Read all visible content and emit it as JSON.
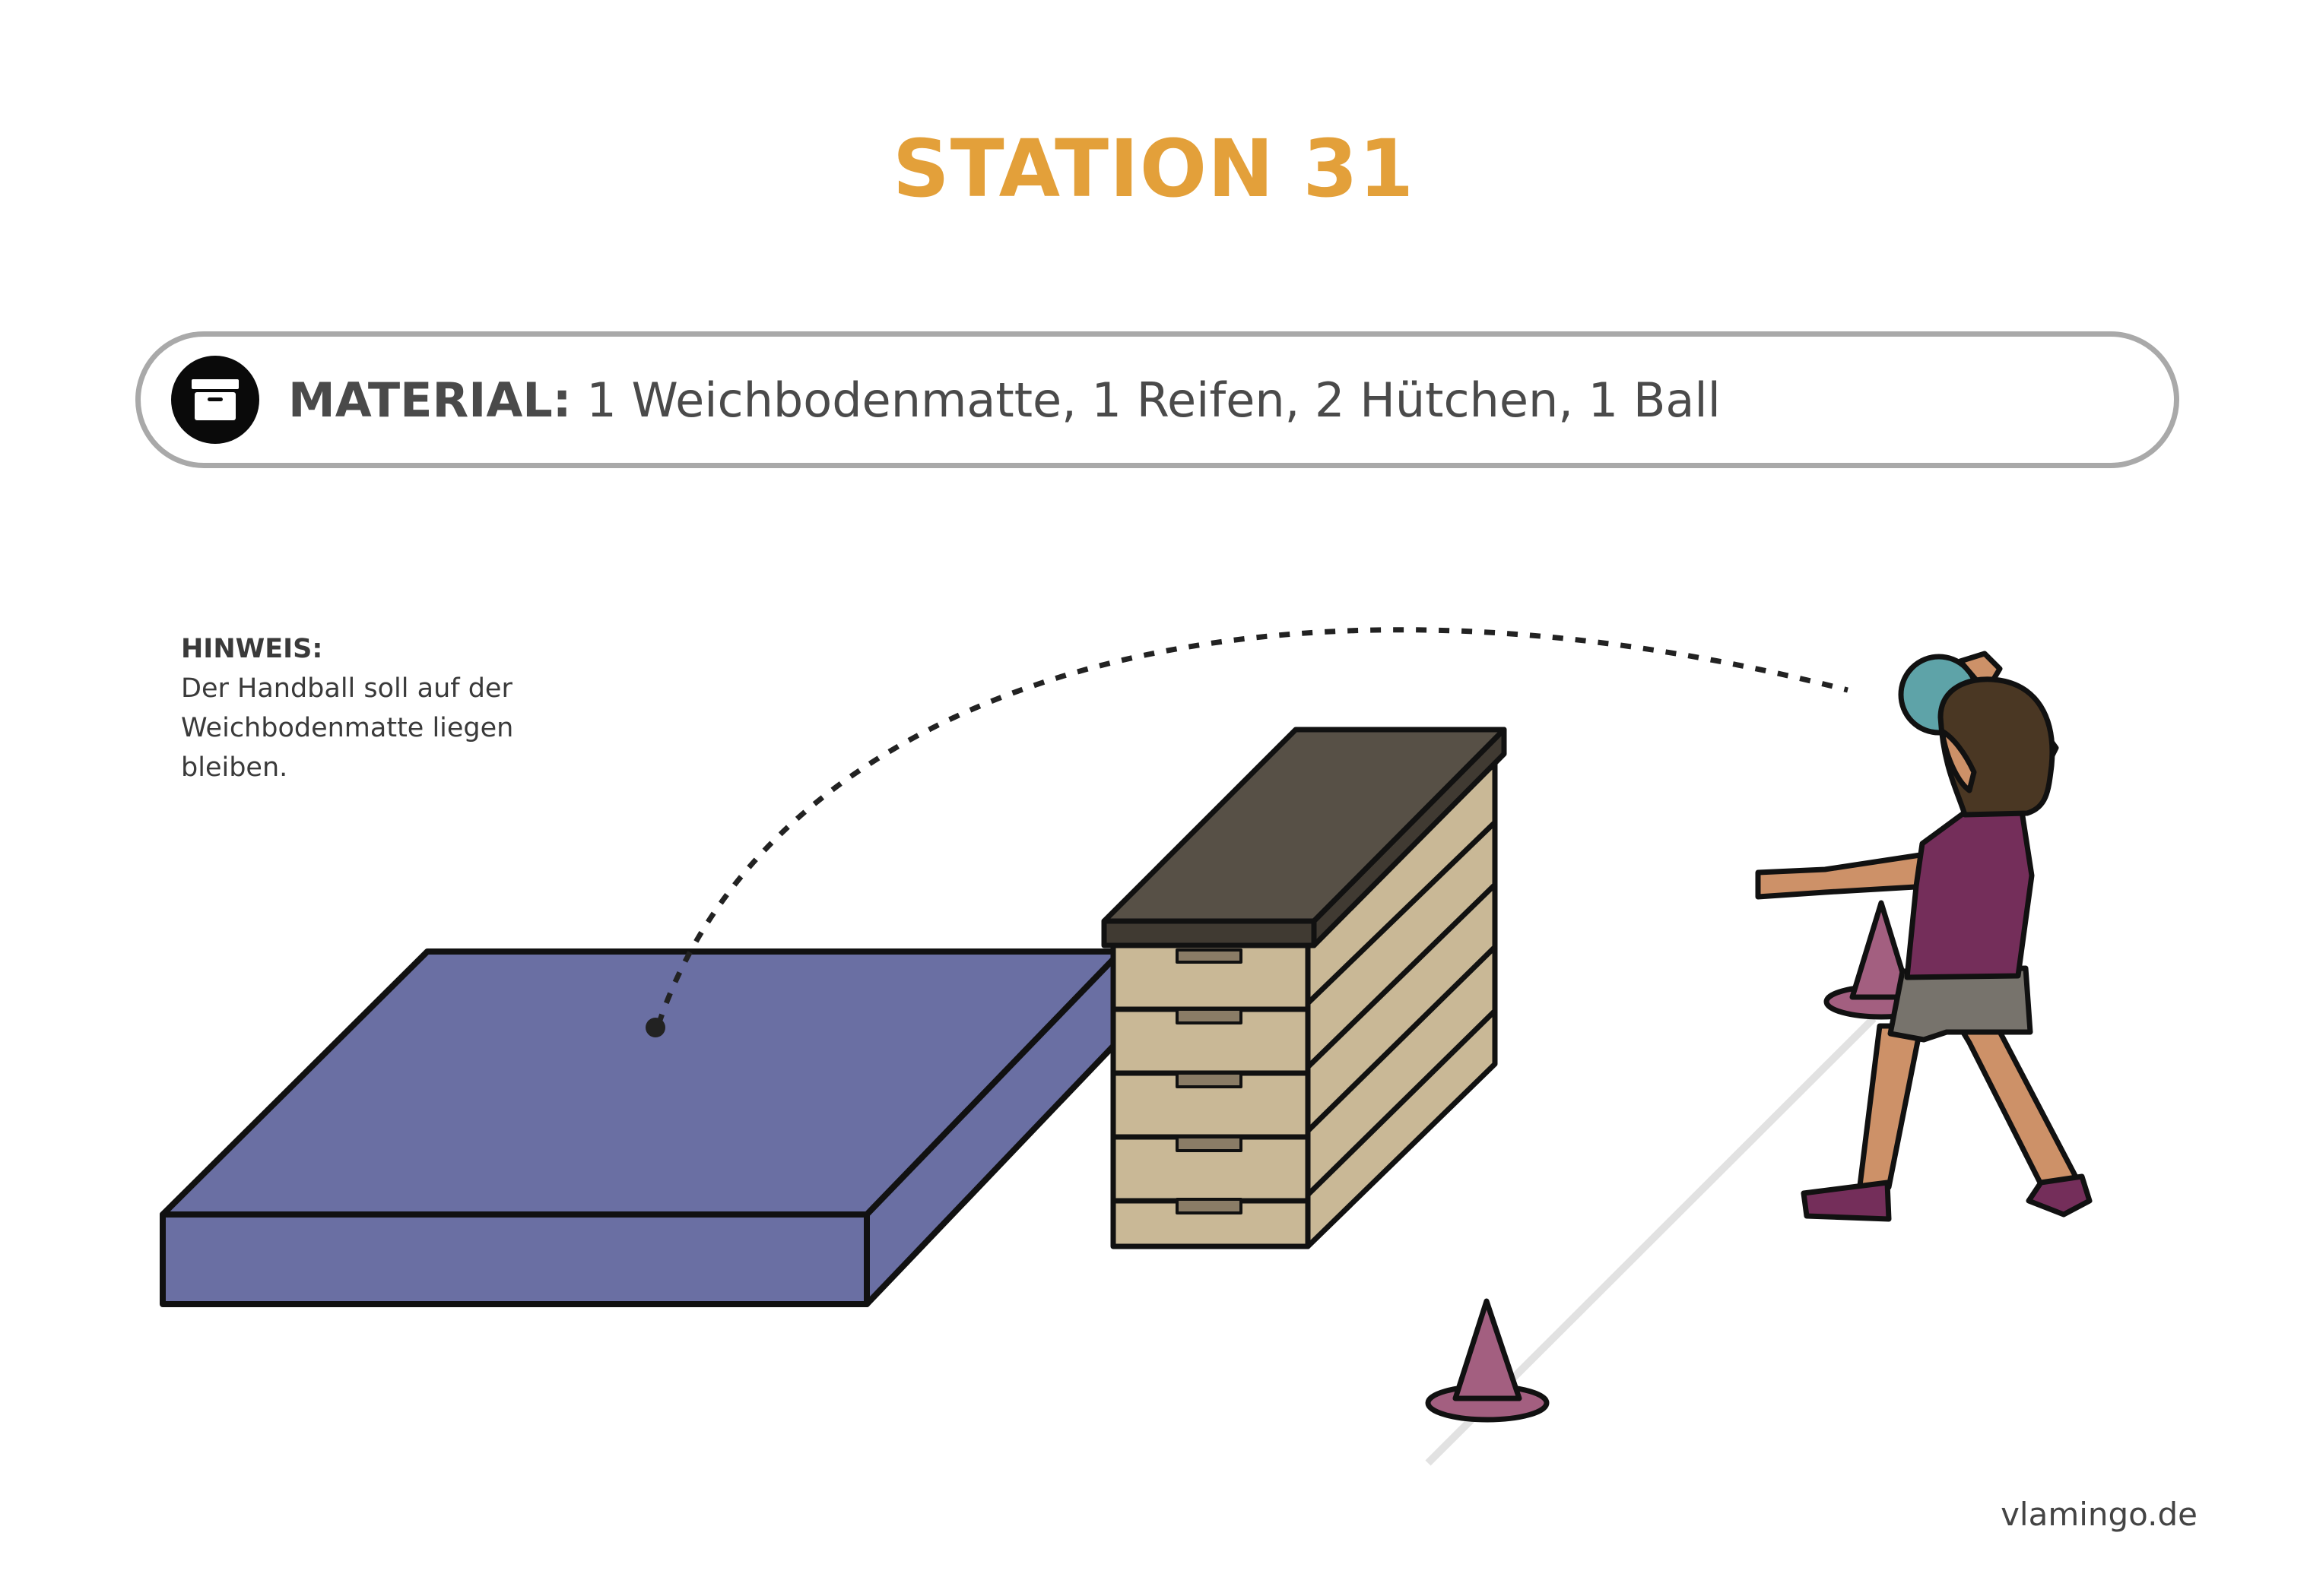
{
  "header": {
    "title": "STATION 31",
    "title_color": "#e3a03a"
  },
  "material": {
    "icon": "archive-box-icon",
    "label": "MATERIAL:",
    "items": "1 Weichbodenmatte, 1 Reifen, 2 Hütchen, 1 Ball"
  },
  "hint": {
    "label": "HINWEIS:",
    "text": "Der Handball soll auf der Weichbodenmatte liegen bleiben."
  },
  "illustration": {
    "objects": [
      "soft-mat",
      "vaulting-box",
      "cone",
      "cone",
      "ball",
      "girl-throwing",
      "throw-trajectory",
      "floor-line"
    ],
    "colors": {
      "mat": "#6a6fa3",
      "box_wood": "#c9b896",
      "box_top": "#575046",
      "cone": "#a35f80",
      "ball": "#5ea3a8",
      "shirt": "#742e5a",
      "shorts": "#77736c",
      "skin": "#cd9168",
      "hair": "#4a3723"
    }
  },
  "footer": {
    "brand": "vlamingo.de"
  }
}
